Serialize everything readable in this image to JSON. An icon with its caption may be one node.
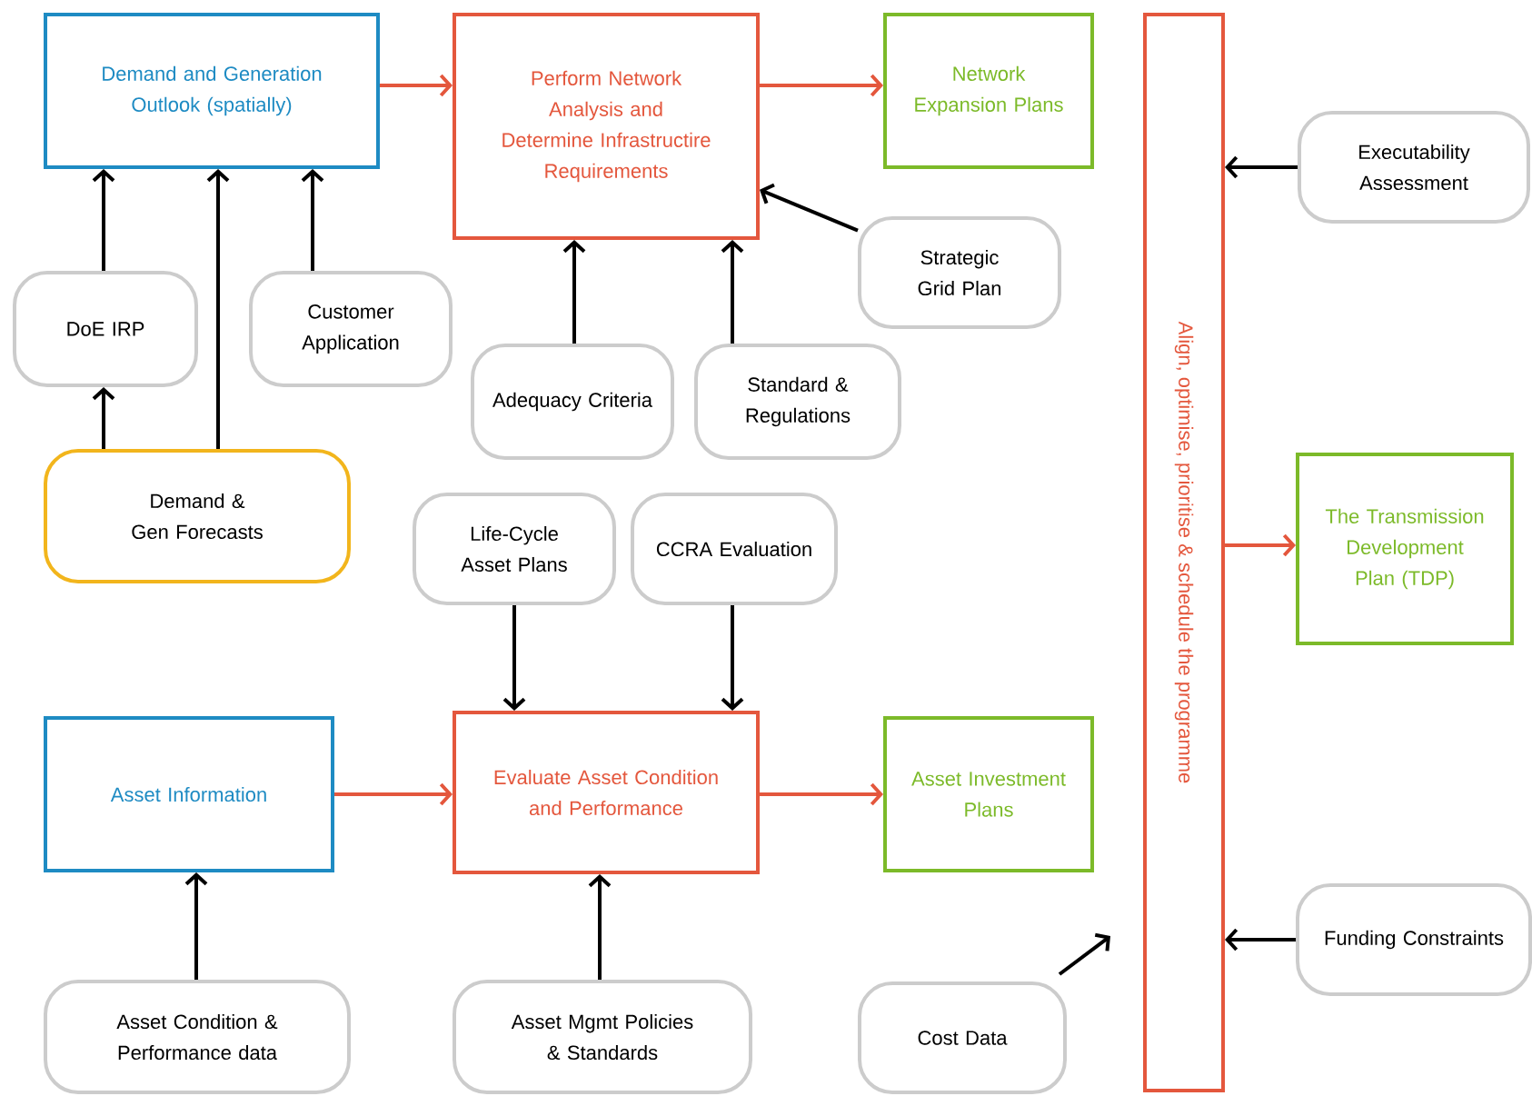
{
  "diagram": {
    "nodes": [
      {
        "text": [
          "Demand and Generation Outlook (spatially)"
        ]
      },
      {
        "text": [
          "Perform Network Analysis and Determine Infrastructire Requirements"
        ]
      },
      {
        "text": [
          "Network Expansion Plans"
        ]
      },
      {
        "text": [
          "Align, optimise, prioritise & schedule the programme"
        ]
      },
      {
        "text": [
          "Executability Assessment"
        ]
      },
      {
        "text": [
          "Strategic Grid Plan"
        ]
      },
      {
        "text": [
          "DoE IRP"
        ]
      },
      {
        "text": [
          "Customer Application"
        ]
      },
      {
        "text": [
          "Adequacy Criteria"
        ]
      },
      {
        "text": [
          "Standard & Regulations"
        ]
      },
      {
        "text": [
          "Demand & Gen Forecasts"
        ]
      },
      {
        "text": [
          "The Transmission Development Plan (TDP)"
        ]
      },
      {
        "text": [
          "Life-Cycle Asset Plans"
        ]
      },
      {
        "text": [
          "CCRA Evaluation"
        ]
      },
      {
        "text": [
          "Asset Information"
        ]
      },
      {
        "text": [
          "Evaluate Asset Condition and Performance"
        ]
      },
      {
        "text": [
          "Asset Investment Plans"
        ]
      },
      {
        "text": [
          "Funding Constraints"
        ]
      },
      {
        "text": [
          "Asset Condition & Performance data"
        ]
      },
      {
        "text": [
          "Asset Mgmt Policies & Standards"
        ]
      },
      {
        "text": [
          "Cost Data"
        ]
      }
    ],
    "edges": [
      {
        "from": 0,
        "to": 1,
        "arrow": "to",
        "color": "#e4573d"
      },
      {
        "from": 1,
        "to": 2,
        "arrow": "to",
        "color": "#e4573d"
      },
      {
        "from": 14,
        "to": 15,
        "arrow": "to",
        "color": "#e4573d"
      },
      {
        "from": 15,
        "to": 16,
        "arrow": "to",
        "color": "#e4573d"
      },
      {
        "from": 3,
        "to": 11,
        "arrow": "to",
        "color": "#e4573d"
      },
      {
        "from": 6,
        "to": 0,
        "arrow": "to"
      },
      {
        "from": 7,
        "to": 0,
        "arrow": "to"
      },
      {
        "from": 10,
        "to": 0,
        "arrow": "to"
      },
      {
        "from": 10,
        "to": 6,
        "arrow": "to"
      },
      {
        "from": 8,
        "to": 1,
        "arrow": "to"
      },
      {
        "from": 9,
        "to": 1,
        "arrow": "to"
      },
      {
        "from": 5,
        "to": 1,
        "arrow": "to"
      },
      {
        "from": 4,
        "to": 3,
        "arrow": "to"
      },
      {
        "from": 12,
        "to": 15,
        "arrow": "to"
      },
      {
        "from": 13,
        "to": 15,
        "arrow": "to"
      },
      {
        "from": 18,
        "to": 14,
        "arrow": "to"
      },
      {
        "from": 19,
        "to": 15,
        "arrow": "to"
      },
      {
        "from": 20,
        "to": 3,
        "arrow": "to"
      },
      {
        "from": 17,
        "to": 3,
        "arrow": "to"
      }
    ]
  }
}
